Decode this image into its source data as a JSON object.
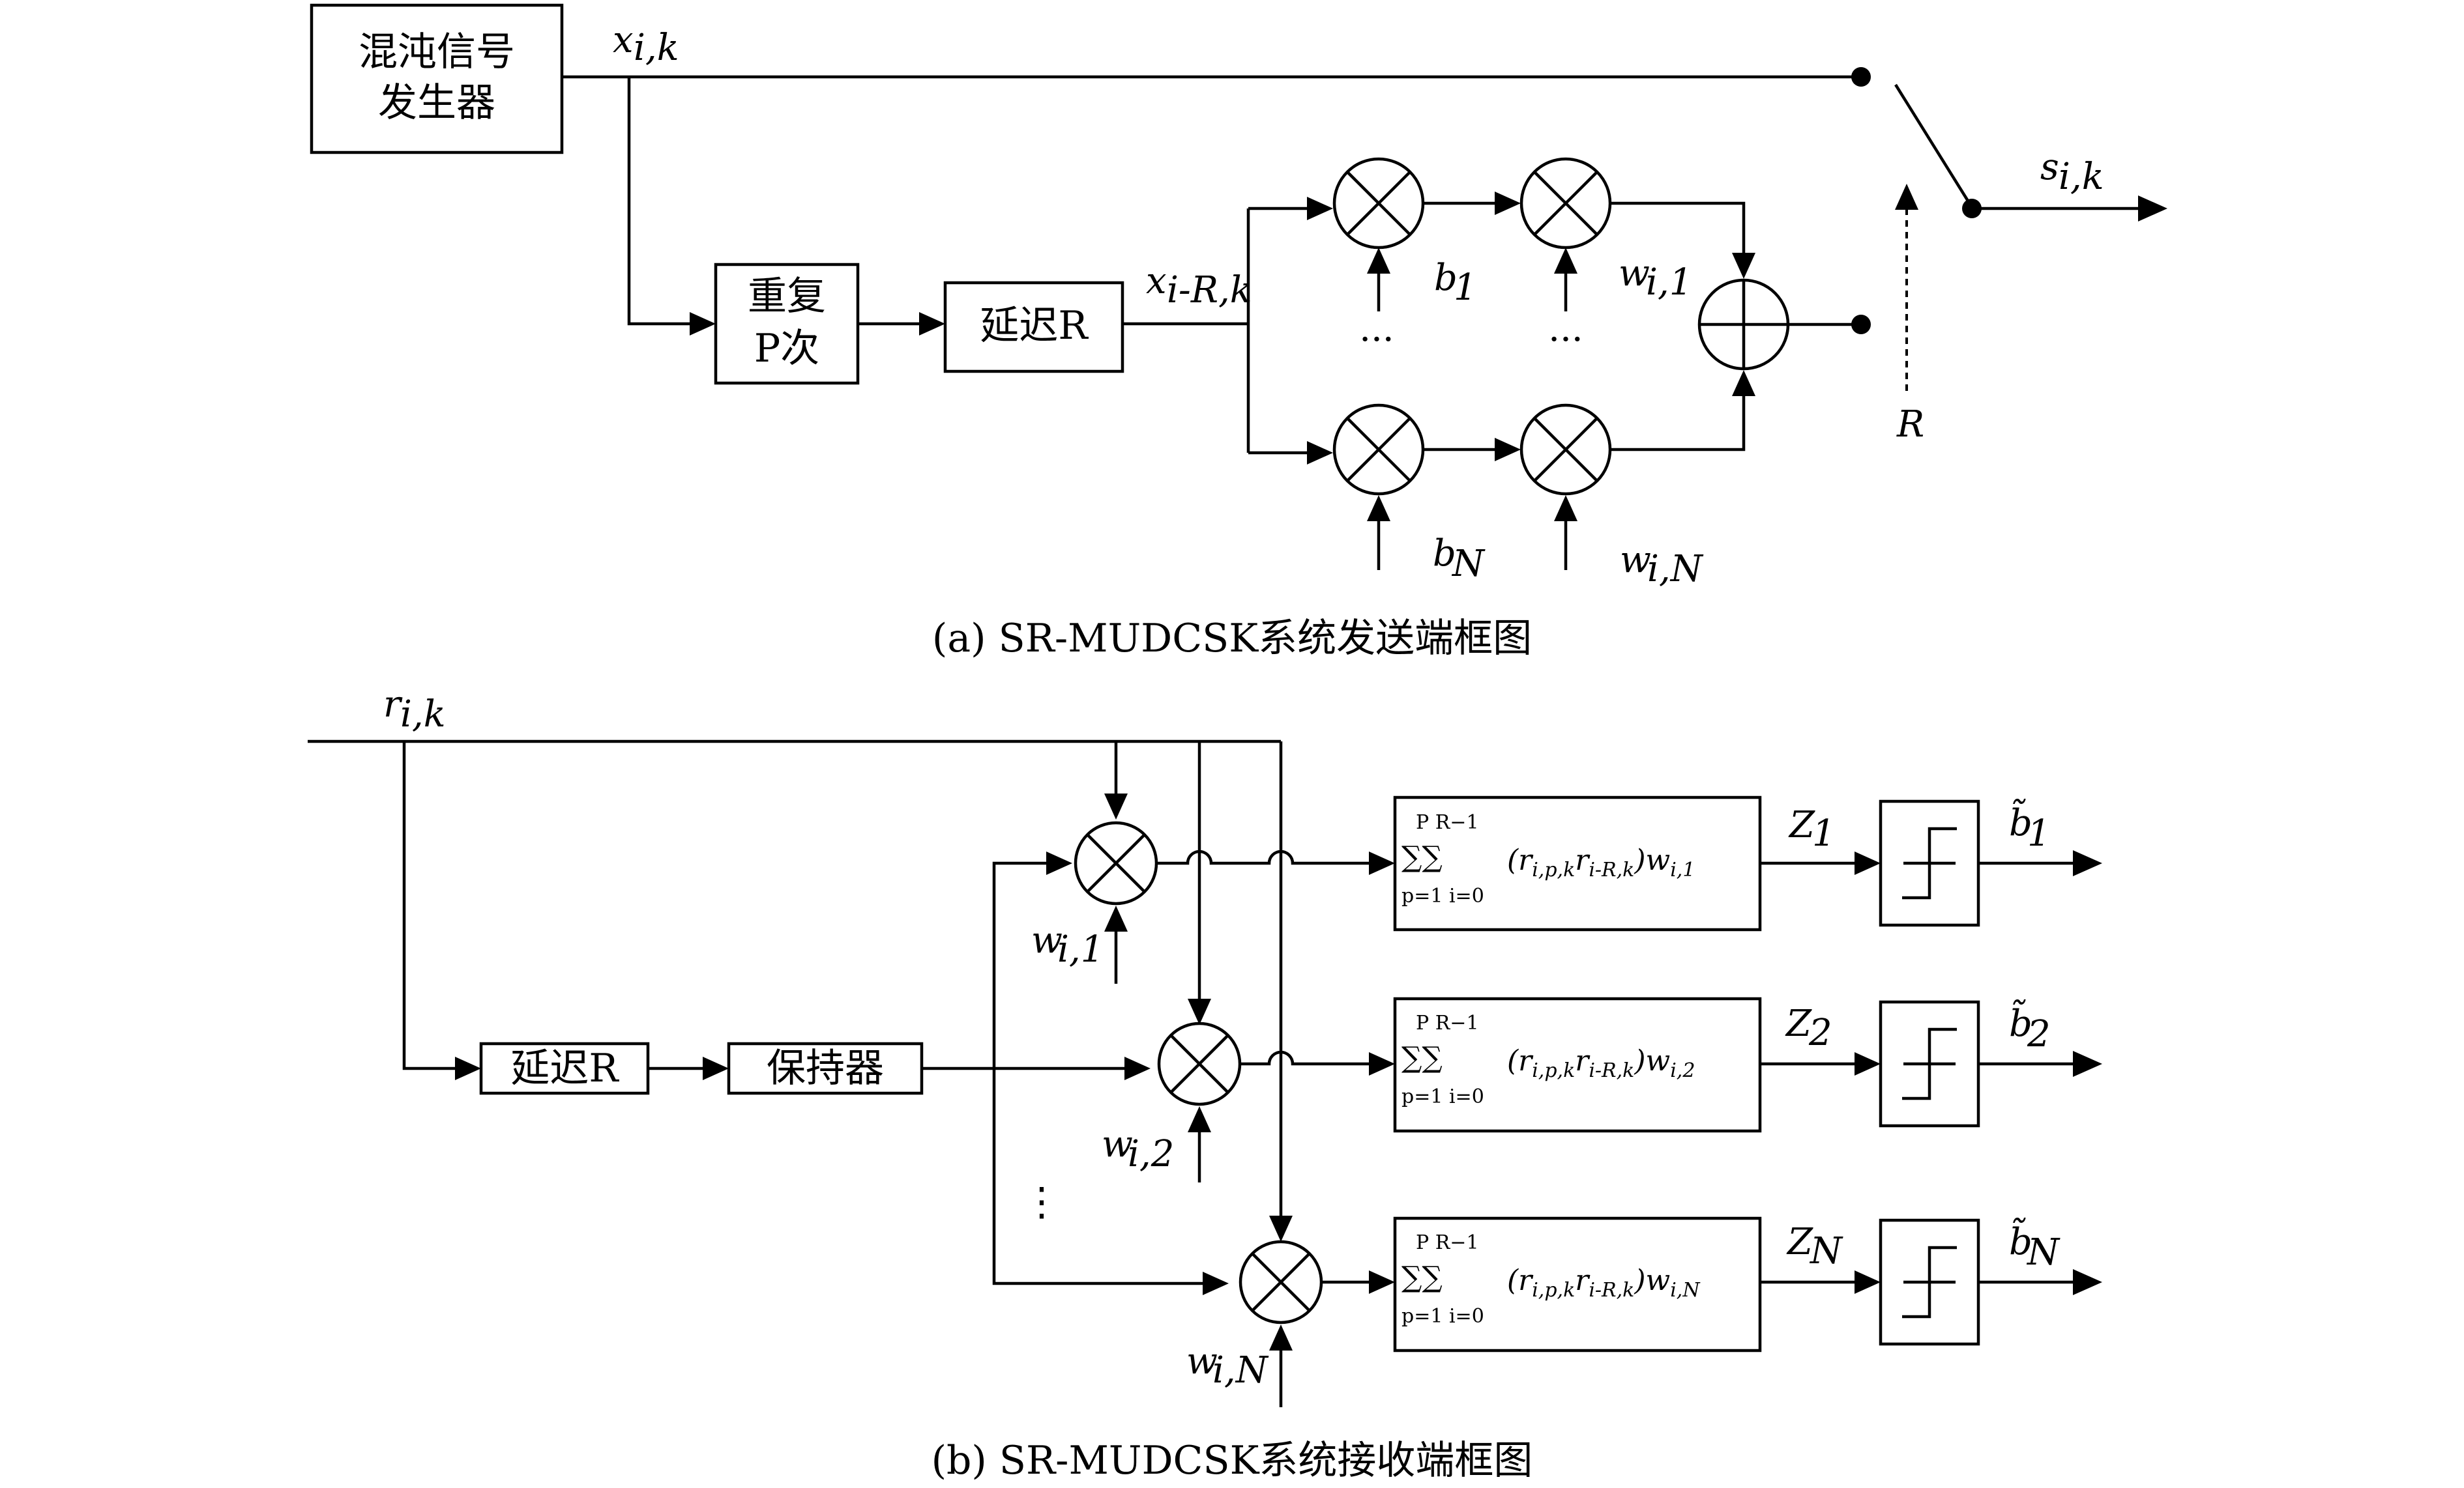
{
  "transmitter": {
    "chaos_gen_line1": "混沌信号",
    "chaos_gen_line2": "发生器",
    "repeat_line1": "重复",
    "repeat_line2": "P次",
    "delay": "延迟R",
    "x_ik": "x",
    "x_ik_sub": "i,k",
    "x_iRk": "x",
    "x_iRk_sub": "i-R,k",
    "b1": "b",
    "b1_sub": "1",
    "bN": "b",
    "bN_sub": "N",
    "wi1": "w",
    "wi1_sub": "i,1",
    "wiN": "w",
    "wiN_sub": "i,N",
    "dots": "···",
    "s_ik": "s",
    "s_ik_sub": "i,k",
    "R_switch": "R",
    "caption": "(a) SR-MUDCSK系统发送端框图"
  },
  "receiver": {
    "r_ik": "r",
    "r_ik_sub": "i,k",
    "delay": "延迟R",
    "hold": "保持器",
    "w1": "w",
    "w1_sub": "i,1",
    "w2": "w",
    "w2_sub": "i,2",
    "wN": "w",
    "wN_sub": "i,N",
    "vdots": "⋮",
    "sum_top": "P R−1",
    "sum_sym": "∑∑",
    "sum_bottom": "p=1 i=0",
    "expr1": "(r_{i,p,k}r_{i-R,k})w_{i,1}",
    "expr2": "(r_{i,p,k}r_{i-R,k})w_{i,2}",
    "exprN": "(r_{i,p,k}r_{i-R,k})w_{i,N}",
    "Z1": "Z",
    "Z1_sub": "1",
    "Z2": "Z",
    "Z2_sub": "2",
    "ZN": "Z",
    "ZN_sub": "N",
    "bt1": "b̃",
    "bt1_sub": "1",
    "bt2": "b̃",
    "bt2_sub": "2",
    "btN": "b̃",
    "btN_sub": "N",
    "caption": "(b) SR-MUDCSK系统接收端框图"
  }
}
